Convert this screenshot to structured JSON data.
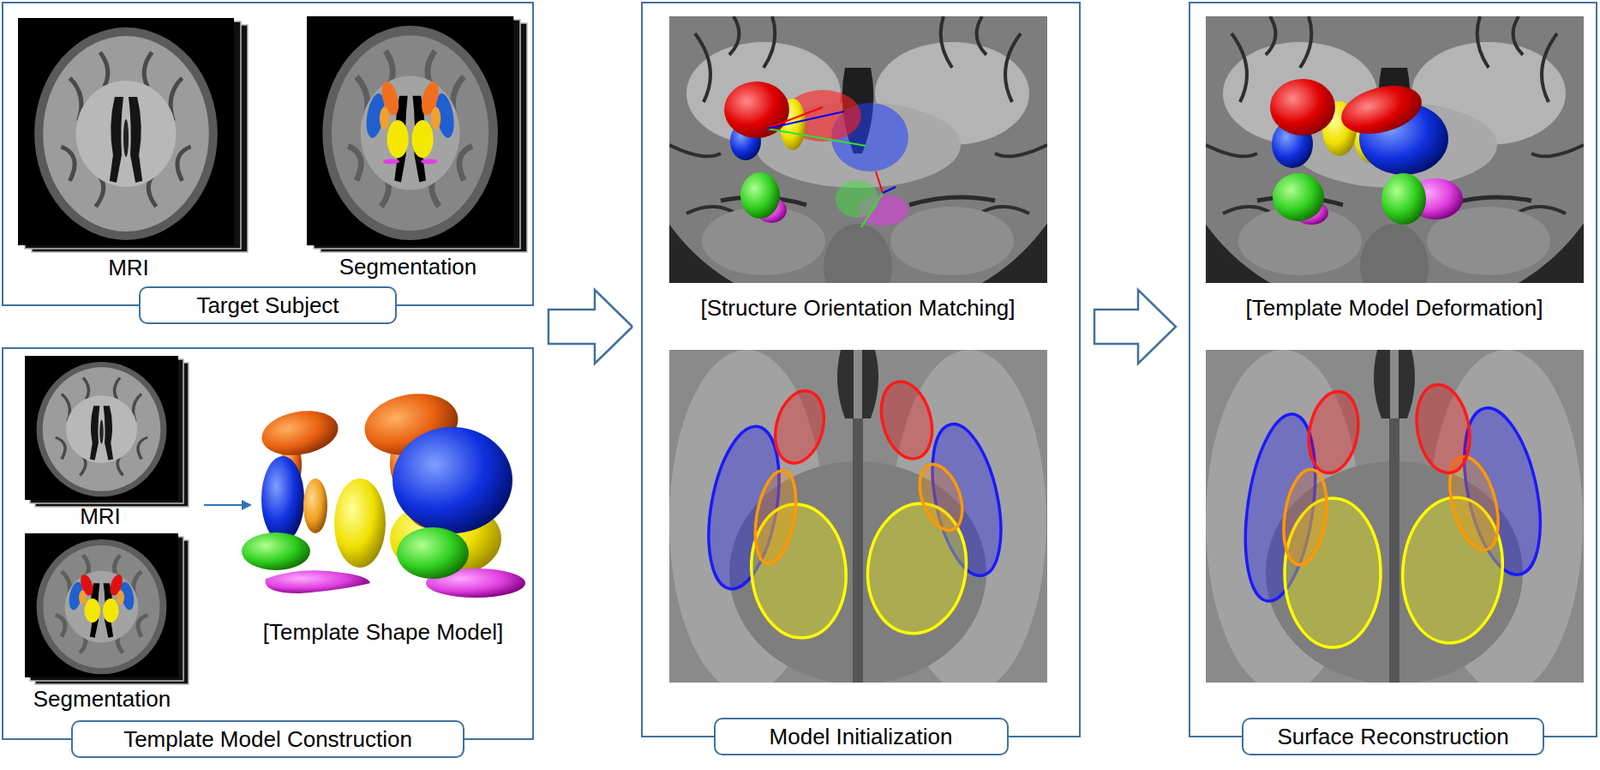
{
  "diagram": {
    "nodes": [
      {
        "text": [
          "Target Subject"
        ]
      },
      {
        "text": [
          "Template Model Construction"
        ]
      },
      {
        "text": [
          "Model Initialization"
        ]
      },
      {
        "text": [
          "Surface Reconstruction"
        ]
      }
    ],
    "edges": [
      {
        "from": 0,
        "to": 2,
        "arrow": "to"
      },
      {
        "from": 1,
        "to": 2,
        "arrow": "to"
      },
      {
        "from": 2,
        "to": 3,
        "arrow": "to"
      }
    ],
    "labels": [
      "MRI",
      "Segmentation",
      "MRI",
      "Segmentation",
      "[Template Shape Model]",
      "[Structure Orientation Matching]",
      "[Template Model Deformation]"
    ]
  }
}
